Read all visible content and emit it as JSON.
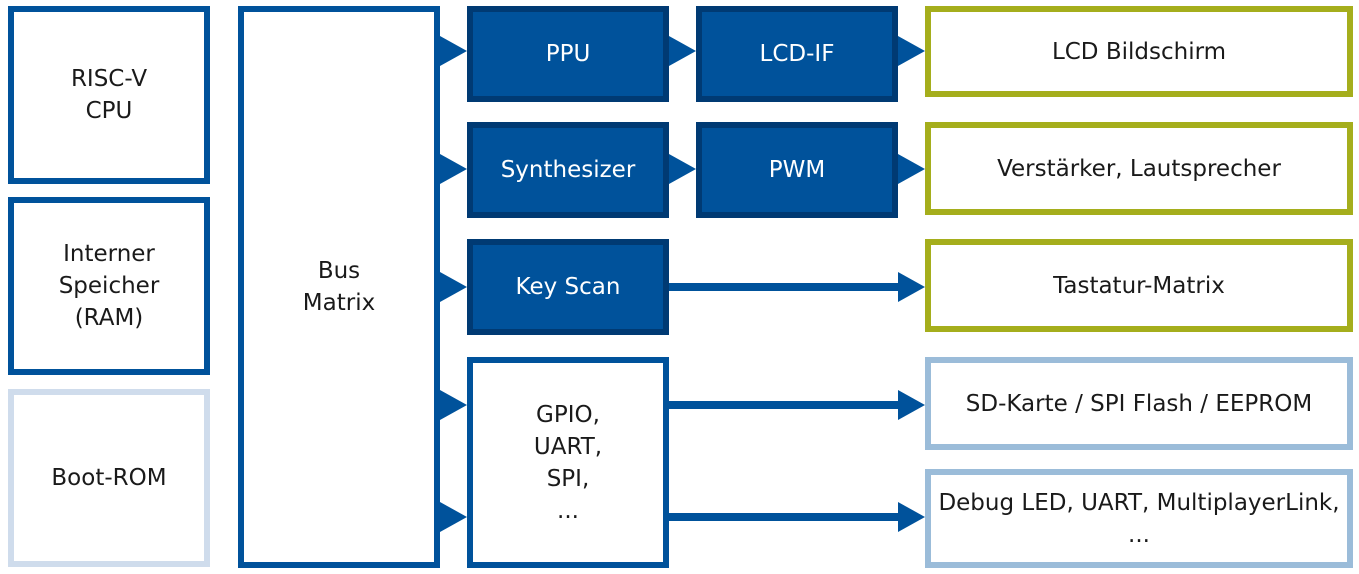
{
  "blocks": {
    "cpu": "RISC-V\nCPU",
    "ram": "Interner\nSpeicher\n(RAM)",
    "rom": "Boot-ROM",
    "bus": "Bus\nMatrix",
    "ppu": "PPU",
    "lcdif": "LCD-IF",
    "synth": "Synthesizer",
    "pwm": "PWM",
    "keyscan": "Key Scan",
    "gpio": "GPIO,\nUART,\nSPI,\n..."
  },
  "peripherals": {
    "lcd": "LCD Bildschirm",
    "speaker": "Verstärker, Lautsprecher",
    "keyboard": "Tastatur-Matrix",
    "storage": "SD-Karte / SPI Flash / EEPROM",
    "debug": "Debug LED, UART, MultiplayerLink, ..."
  },
  "colors": {
    "primary_blue": "#00529b",
    "dark_blue_border": "#003a73",
    "pale_blue": "#cfdcec",
    "light_blue": "#9bbcd9",
    "olive_green": "#a5ae1c"
  }
}
